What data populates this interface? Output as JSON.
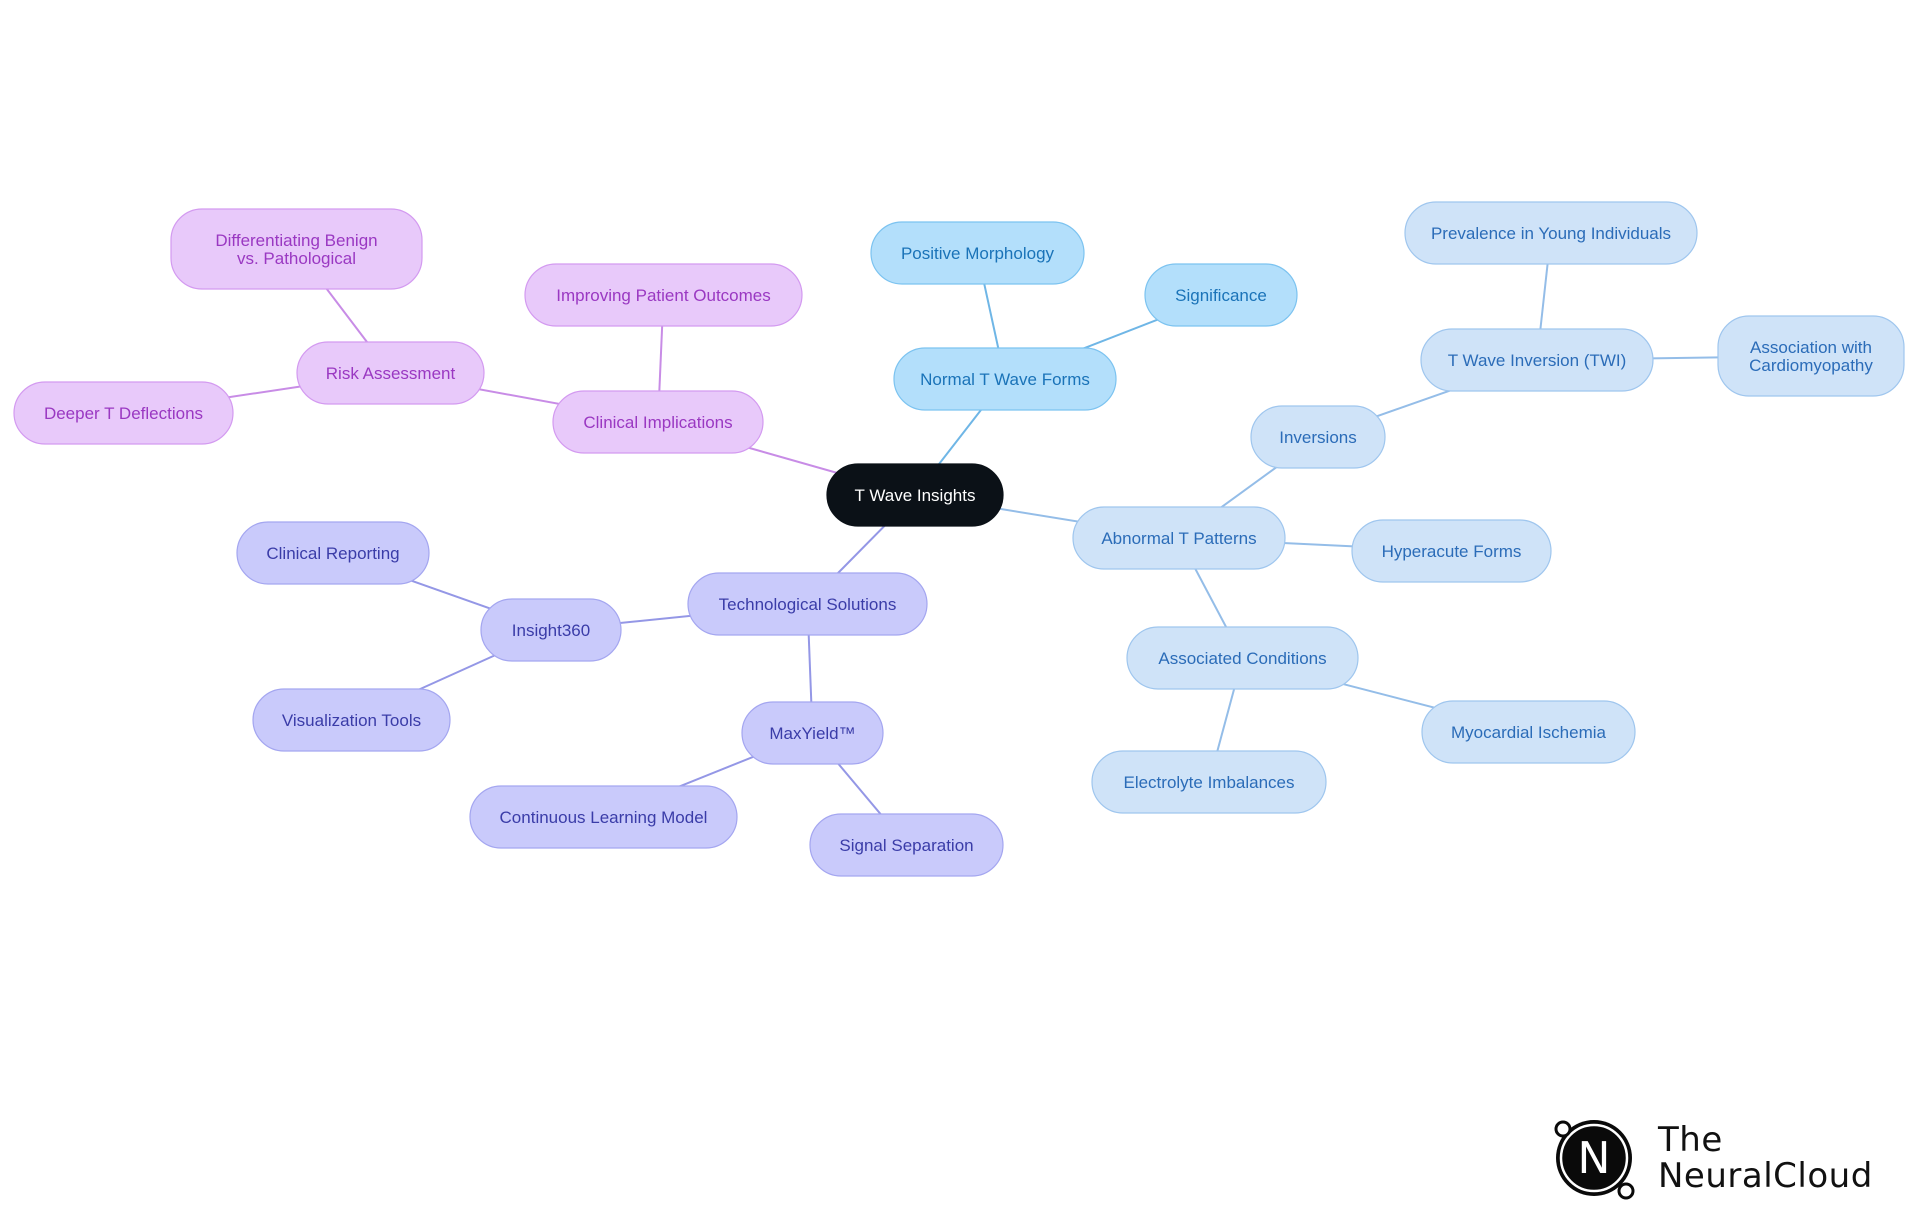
{
  "mindmap": {
    "root": "T Wave Insights",
    "branches": [
      {
        "label": "Normal T Wave Forms",
        "color": "blue",
        "children": [
          {
            "label": "Positive Morphology"
          },
          {
            "label": "Significance"
          }
        ]
      },
      {
        "label": "Abnormal T Patterns",
        "color": "light-blue",
        "children": [
          {
            "label": "Inversions",
            "children": [
              {
                "label": "T Wave Inversion (TWI)",
                "children": [
                  {
                    "label": "Prevalence in Young Individuals"
                  },
                  {
                    "label": "Association with Cardiomyopathy"
                  }
                ]
              }
            ]
          },
          {
            "label": "Hyperacute Forms"
          },
          {
            "label": "Associated Conditions",
            "children": [
              {
                "label": "Myocardial Ischemia"
              },
              {
                "label": "Electrolyte Imbalances"
              }
            ]
          }
        ]
      },
      {
        "label": "Technological Solutions",
        "color": "indigo",
        "children": [
          {
            "label": "Insight360",
            "children": [
              {
                "label": "Clinical Reporting"
              },
              {
                "label": "Visualization Tools"
              }
            ]
          },
          {
            "label": "MaxYield™",
            "children": [
              {
                "label": "Continuous Learning Model"
              },
              {
                "label": "Signal Separation"
              }
            ]
          }
        ]
      },
      {
        "label": "Clinical Implications",
        "color": "purple",
        "children": [
          {
            "label": "Improving Patient Outcomes"
          },
          {
            "label": "Risk Assessment",
            "children": [
              {
                "label": "Differentiating Benign vs. Pathological"
              },
              {
                "label": "Deeper T Deflections"
              }
            ]
          }
        ]
      }
    ]
  },
  "colors": {
    "root_fill": "#0b1117",
    "root_text": "#ffffff",
    "blue_fill": "#b3dffb",
    "blue_stroke": "#7cc3f0",
    "blue_text": "#1a73b8",
    "blue_line": "#6fb6e6",
    "light_blue_fill": "#cfe3f8",
    "light_blue_stroke": "#9fc6ee",
    "light_blue_text": "#2b6cb8",
    "light_blue_line": "#94bde8",
    "indigo_fill": "#c9cafb",
    "indigo_stroke": "#a4a6f0",
    "indigo_text": "#3a3ca8",
    "indigo_line": "#9497e6",
    "purple_fill": "#e8c9fa",
    "purple_stroke": "#d39af0",
    "purple_text": "#9a38c2",
    "purple_line": "#c88ce6"
  },
  "logo": {
    "line1": "The",
    "line2": "NeuralCloud",
    "mark": "N"
  }
}
